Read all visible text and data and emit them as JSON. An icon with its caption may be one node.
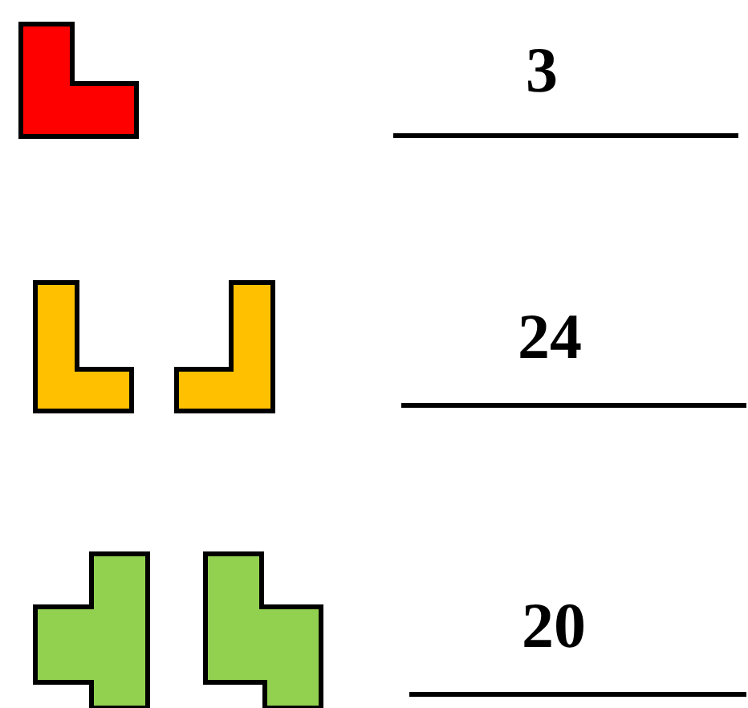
{
  "diagram": {
    "labels": [
      "3",
      "24",
      "20"
    ]
  }
}
